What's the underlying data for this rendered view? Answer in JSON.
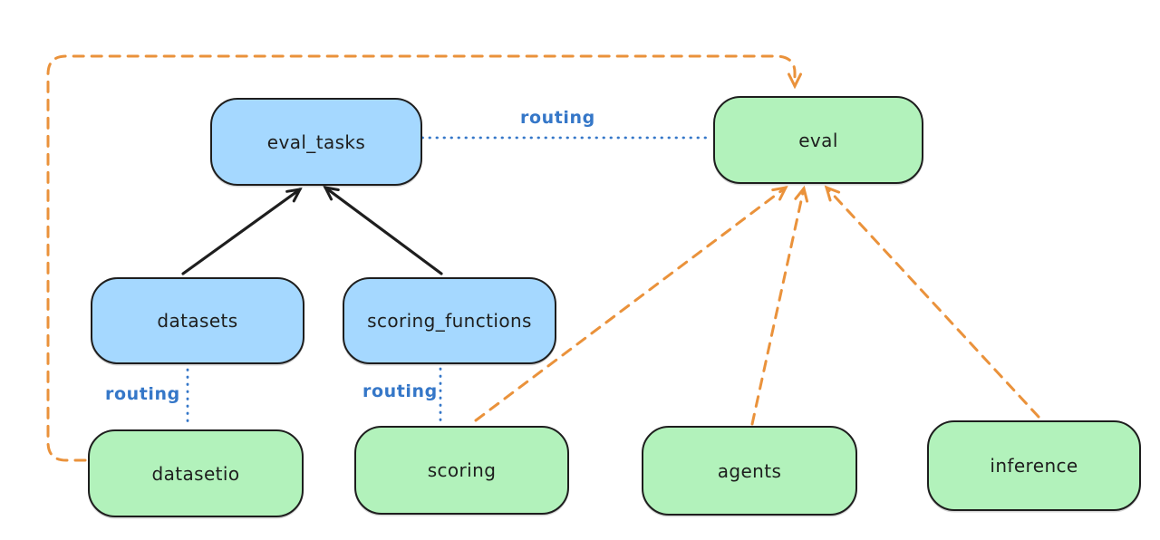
{
  "diagram": {
    "nodes": [
      {
        "id": "eval_tasks",
        "label": "eval_tasks",
        "color": "blue"
      },
      {
        "id": "eval",
        "label": "eval",
        "color": "green"
      },
      {
        "id": "datasets",
        "label": "datasets",
        "color": "blue"
      },
      {
        "id": "scoring_functions",
        "label": "scoring_functions",
        "color": "blue"
      },
      {
        "id": "datasetio",
        "label": "datasetio",
        "color": "green"
      },
      {
        "id": "scoring",
        "label": "scoring",
        "color": "green"
      },
      {
        "id": "agents",
        "label": "agents",
        "color": "green"
      },
      {
        "id": "inference",
        "label": "inference",
        "color": "green"
      }
    ],
    "edges": [
      {
        "from": "datasets",
        "to": "eval_tasks",
        "style": "solid-arrow",
        "color": "black"
      },
      {
        "from": "scoring_functions",
        "to": "eval_tasks",
        "style": "solid-arrow",
        "color": "black"
      },
      {
        "from": "eval_tasks",
        "to": "eval",
        "style": "dotted",
        "color": "blue",
        "label": "routing"
      },
      {
        "from": "datasets",
        "to": "datasetio",
        "style": "dotted",
        "color": "blue",
        "label": "routing"
      },
      {
        "from": "scoring_functions",
        "to": "scoring",
        "style": "dotted",
        "color": "blue",
        "label": "routing"
      },
      {
        "from": "datasetio",
        "to": "eval",
        "style": "dashed-arrow",
        "color": "orange",
        "route": "around-left-top"
      },
      {
        "from": "scoring",
        "to": "eval",
        "style": "dashed-arrow",
        "color": "orange"
      },
      {
        "from": "agents",
        "to": "eval",
        "style": "dashed-arrow",
        "color": "orange"
      },
      {
        "from": "inference",
        "to": "eval",
        "style": "dashed-arrow",
        "color": "orange"
      }
    ]
  },
  "colors": {
    "background": "#ffffff",
    "node_border": "#1e1e1e",
    "black_edge": "#1e1e1e",
    "blue_fill": "#a5d8ff",
    "green_fill": "#b2f2bb",
    "routing_blue": "#3577c8",
    "orange": "#ea923b"
  }
}
